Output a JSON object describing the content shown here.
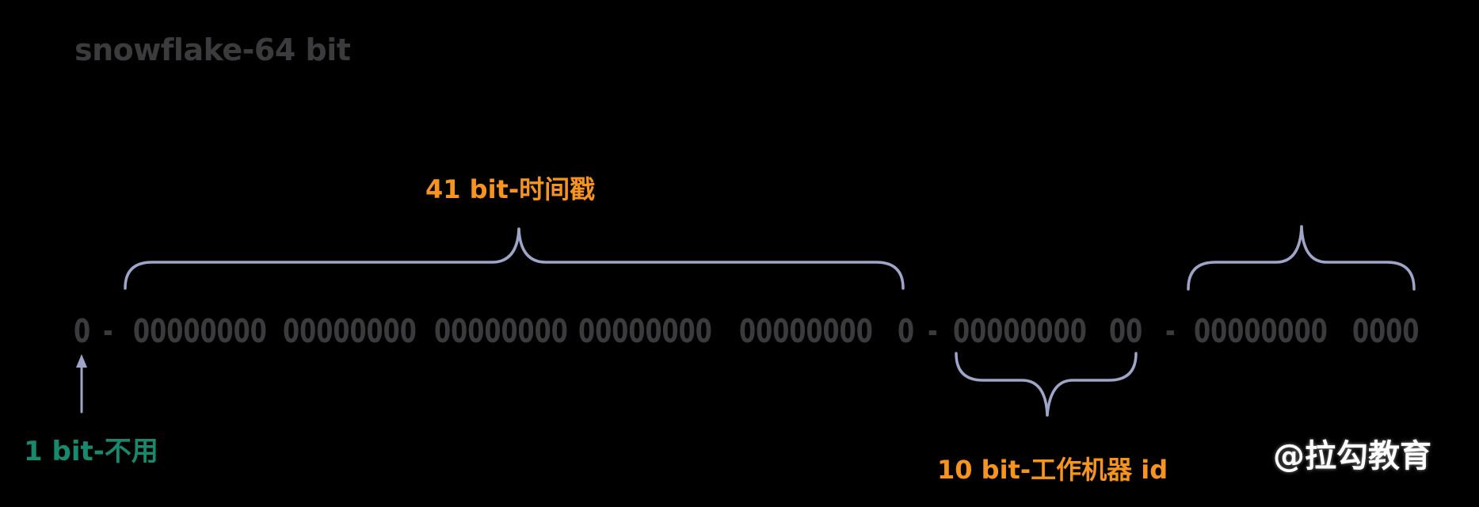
{
  "title": "snowflake-64 bit",
  "labels": {
    "timestamp": "41 bit-时间戳",
    "worker": "10 bit-工作机器 id",
    "unused": "1 bit-不用"
  },
  "bits": {
    "tokens": [
      "0",
      "-",
      "00000000",
      "00000000",
      "00000000",
      "00000000",
      "00000000",
      "0",
      "-",
      "00000000",
      "00",
      "-",
      "00000000",
      "0000"
    ]
  },
  "watermark": "@拉勾教育",
  "colors": {
    "background": "#000000",
    "digits": "#3b3b3e",
    "title": "#3b3b3e",
    "brace": "#9ea5c8",
    "label_orange": "#f7941e",
    "label_green": "#178a6d",
    "watermark": "#ffffff"
  },
  "icons": {
    "timestamp_brace": "curly-brace-up",
    "sequence_brace": "curly-brace-up",
    "worker_brace": "curly-brace-down",
    "unused_pointer": "up-arrow"
  }
}
